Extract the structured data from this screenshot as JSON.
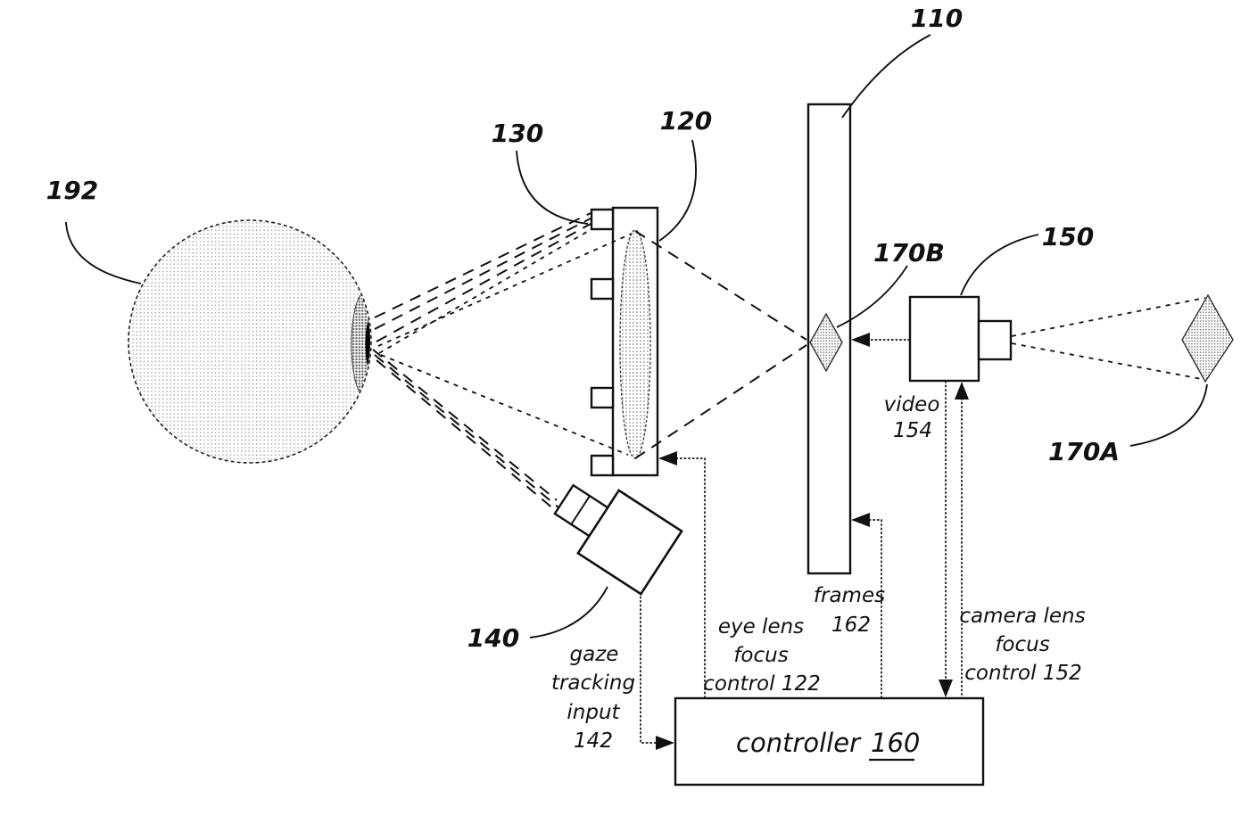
{
  "diagram": {
    "components": {
      "eye": {
        "ref": "192"
      },
      "illuminator_strip": {
        "ref": "130"
      },
      "eye_lens": {
        "ref": "120"
      },
      "display_panel": {
        "ref": "110"
      },
      "displayed_object": {
        "ref": "170B"
      },
      "camera": {
        "ref": "150"
      },
      "real_object": {
        "ref": "170A"
      },
      "gaze_tracking_camera": {
        "ref": "140"
      },
      "controller": {
        "label": "controller",
        "ref": "160"
      }
    },
    "signals": {
      "video": {
        "lines": [
          "video",
          "154"
        ]
      },
      "camera_lens_focus_control": {
        "lines": [
          "camera lens",
          "focus",
          "control 152"
        ]
      },
      "frames": {
        "lines": [
          "frames",
          "162"
        ]
      },
      "eye_lens_focus_control": {
        "lines": [
          "eye lens",
          "focus",
          "control 122"
        ]
      },
      "gaze_tracking_input": {
        "lines": [
          "gaze",
          "tracking",
          "input",
          "142"
        ]
      }
    },
    "colors": {
      "ink": "#111111",
      "background": "#ffffff",
      "halftone": "#9a9a9a"
    }
  }
}
